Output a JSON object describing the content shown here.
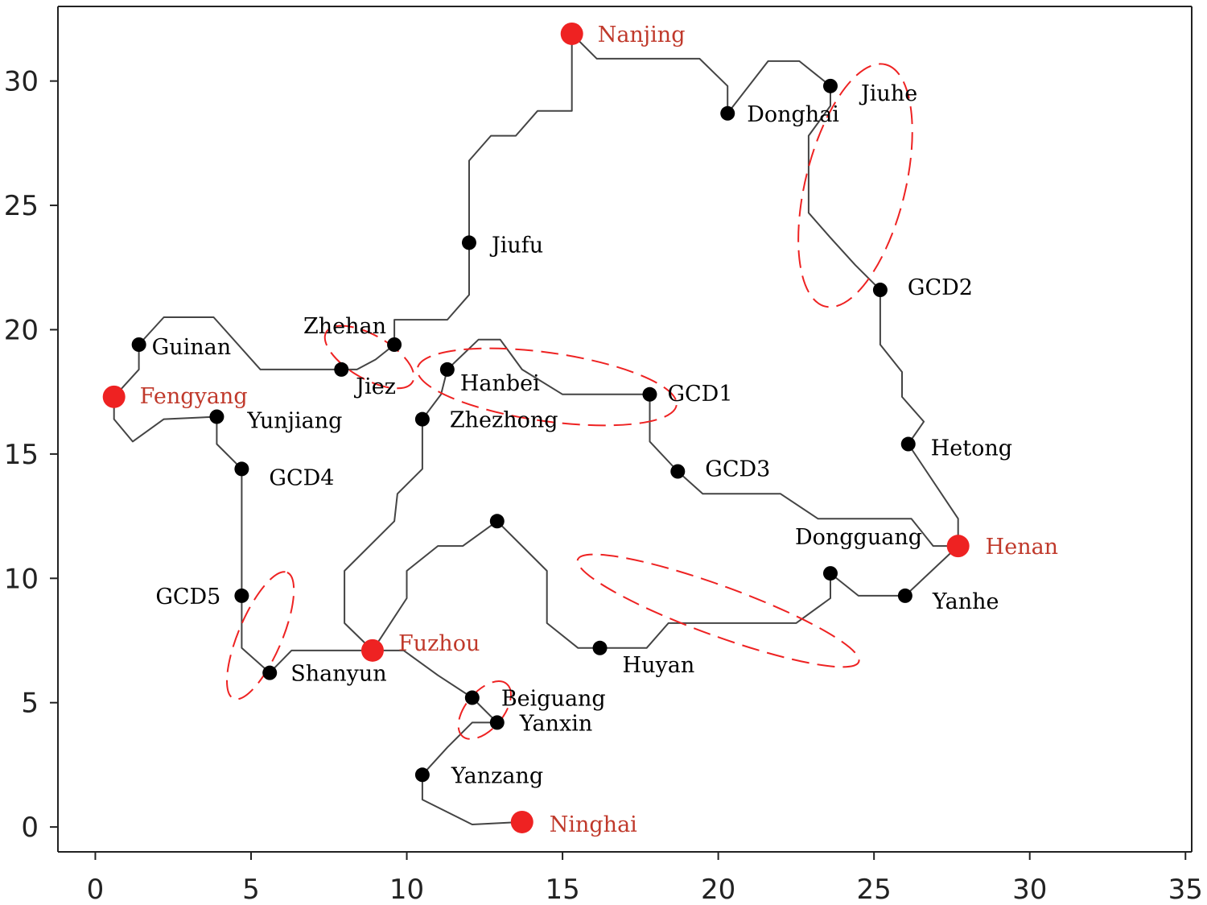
{
  "chart_data": {
    "type": "scatter",
    "title": "",
    "xlabel": "",
    "ylabel": "",
    "xlim": [
      -1.2,
      35.2
    ],
    "ylim": [
      -1.0,
      33.0
    ],
    "grid": false,
    "legend": "none",
    "x_ticks": [
      0,
      5,
      10,
      15,
      20,
      25,
      30,
      35
    ],
    "y_ticks": [
      0,
      5,
      10,
      15,
      20,
      25,
      30
    ],
    "colors": {
      "main_node": "#ee2222",
      "main_label": "#c0392b",
      "sub_node": "#000000",
      "sub_label": "#000000",
      "route": "#444444",
      "cluster": "#ee2222",
      "axis": "#222222"
    },
    "main_nodes": [
      {
        "name": "Nanjing",
        "x": 15.3,
        "y": 31.9
      },
      {
        "name": "Fengyang",
        "x": 0.6,
        "y": 17.3
      },
      {
        "name": "Henan",
        "x": 27.7,
        "y": 11.3
      },
      {
        "name": "Fuzhou",
        "x": 8.9,
        "y": 7.1
      },
      {
        "name": "Ninghai",
        "x": 13.7,
        "y": 0.2
      }
    ],
    "sub_nodes": [
      {
        "name": "Jiuhe",
        "x": 23.6,
        "y": 29.8
      },
      {
        "name": "Donghai",
        "x": 20.3,
        "y": 28.7
      },
      {
        "name": "Jiufu",
        "x": 12.0,
        "y": 23.5
      },
      {
        "name": "GCD2",
        "x": 25.2,
        "y": 21.6
      },
      {
        "name": "Guinan",
        "x": 1.4,
        "y": 19.4
      },
      {
        "name": "Zhehan",
        "x": 9.6,
        "y": 19.4
      },
      {
        "name": "Jiez",
        "x": 7.9,
        "y": 18.4
      },
      {
        "name": "Hanbei",
        "x": 11.3,
        "y": 18.4
      },
      {
        "name": "GCD1",
        "x": 17.8,
        "y": 17.4
      },
      {
        "name": "Yunjiang",
        "x": 3.9,
        "y": 16.5
      },
      {
        "name": "Zhezhong",
        "x": 10.5,
        "y": 16.4
      },
      {
        "name": "Hetong",
        "x": 26.1,
        "y": 15.4
      },
      {
        "name": "GCD4",
        "x": 4.7,
        "y": 14.4
      },
      {
        "name": "GCD3",
        "x": 18.7,
        "y": 14.3
      },
      {
        "name": "",
        "x": 12.9,
        "y": 12.3
      },
      {
        "name": "Dongguang",
        "x": 23.6,
        "y": 10.2
      },
      {
        "name": "Yanhe",
        "x": 26.0,
        "y": 9.3
      },
      {
        "name": "GCD5",
        "x": 4.7,
        "y": 9.3
      },
      {
        "name": "Huyan",
        "x": 16.2,
        "y": 7.2
      },
      {
        "name": "Shanyun",
        "x": 5.6,
        "y": 6.2
      },
      {
        "name": "Beiguang",
        "x": 12.1,
        "y": 5.2
      },
      {
        "name": "Yanxin",
        "x": 12.9,
        "y": 4.2
      },
      {
        "name": "Yanzang",
        "x": 10.5,
        "y": 2.1
      }
    ],
    "routes": [
      [
        [
          15.3,
          31.9
        ],
        [
          15.3,
          28.8
        ],
        [
          14.2,
          28.8
        ],
        [
          13.5,
          27.8
        ],
        [
          12.7,
          27.8
        ],
        [
          12.0,
          26.8
        ],
        [
          12.0,
          23.5
        ],
        [
          12.0,
          21.4
        ],
        [
          11.3,
          20.4
        ],
        [
          9.6,
          20.4
        ],
        [
          9.6,
          19.4
        ],
        [
          9.0,
          18.8
        ],
        [
          8.4,
          18.4
        ],
        [
          7.9,
          18.4
        ],
        [
          5.3,
          18.4
        ],
        [
          3.8,
          20.5
        ],
        [
          2.2,
          20.5
        ],
        [
          1.4,
          19.4
        ],
        [
          1.4,
          18.4
        ],
        [
          0.6,
          17.3
        ],
        [
          0.6,
          16.4
        ],
        [
          1.2,
          15.5
        ],
        [
          2.2,
          16.4
        ],
        [
          3.9,
          16.5
        ],
        [
          3.9,
          15.4
        ],
        [
          4.7,
          14.4
        ],
        [
          4.7,
          9.3
        ],
        [
          4.7,
          7.2
        ],
        [
          5.6,
          6.2
        ],
        [
          6.3,
          7.1
        ],
        [
          8.9,
          7.1
        ],
        [
          9.9,
          7.1
        ],
        [
          11.0,
          6.1
        ],
        [
          12.1,
          5.2
        ],
        [
          12.9,
          4.2
        ],
        [
          12.1,
          4.2
        ],
        [
          11.3,
          3.2
        ],
        [
          10.5,
          2.1
        ],
        [
          10.5,
          1.1
        ],
        [
          12.1,
          0.1
        ],
        [
          13.7,
          0.2
        ]
      ],
      [
        [
          15.3,
          31.9
        ],
        [
          16.1,
          30.9
        ],
        [
          19.4,
          30.9
        ],
        [
          20.3,
          29.8
        ],
        [
          20.3,
          28.7
        ],
        [
          21.6,
          30.8
        ],
        [
          22.6,
          30.8
        ],
        [
          23.6,
          29.8
        ],
        [
          23.6,
          29.0
        ],
        [
          22.9,
          27.8
        ],
        [
          22.9,
          24.7
        ],
        [
          23.6,
          23.7
        ],
        [
          24.4,
          22.6
        ],
        [
          25.2,
          21.6
        ],
        [
          25.2,
          19.4
        ],
        [
          25.9,
          18.3
        ],
        [
          25.9,
          17.3
        ],
        [
          26.6,
          16.3
        ],
        [
          26.1,
          15.4
        ],
        [
          27.7,
          12.4
        ],
        [
          27.7,
          11.3
        ]
      ],
      [
        [
          27.7,
          11.3
        ],
        [
          26.9,
          11.3
        ],
        [
          26.2,
          12.4
        ],
        [
          23.2,
          12.4
        ],
        [
          22.0,
          13.4
        ],
        [
          19.5,
          13.4
        ],
        [
          18.7,
          14.3
        ],
        [
          17.8,
          15.5
        ],
        [
          17.8,
          17.4
        ],
        [
          15.0,
          17.4
        ],
        [
          13.7,
          18.4
        ],
        [
          13.0,
          19.6
        ],
        [
          12.3,
          19.6
        ],
        [
          11.3,
          18.4
        ],
        [
          11.1,
          17.4
        ],
        [
          10.5,
          16.4
        ],
        [
          10.5,
          14.4
        ],
        [
          9.7,
          13.4
        ],
        [
          9.6,
          12.3
        ],
        [
          8.0,
          10.3
        ],
        [
          8.0,
          8.2
        ],
        [
          8.9,
          7.1
        ]
      ],
      [
        [
          8.9,
          7.1
        ],
        [
          10.0,
          9.2
        ],
        [
          10.0,
          10.3
        ],
        [
          11.0,
          11.3
        ],
        [
          11.8,
          11.3
        ],
        [
          12.9,
          12.3
        ],
        [
          14.5,
          10.3
        ],
        [
          14.5,
          8.2
        ],
        [
          15.5,
          7.2
        ],
        [
          16.2,
          7.2
        ],
        [
          17.7,
          7.2
        ],
        [
          18.4,
          8.2
        ],
        [
          22.5,
          8.2
        ],
        [
          23.6,
          9.2
        ],
        [
          23.6,
          10.2
        ],
        [
          24.5,
          9.3
        ],
        [
          26.0,
          9.3
        ],
        [
          27.7,
          11.3
        ]
      ]
    ],
    "clusters": [
      {
        "cx": 24.4,
        "cy": 25.8,
        "rx": 4.0,
        "ry": 1.6,
        "angle": 76
      },
      {
        "cx": 8.8,
        "cy": 18.9,
        "rx": 1.6,
        "ry": 0.7,
        "angle": -30
      },
      {
        "cx": 14.5,
        "cy": 17.7,
        "rx": 4.2,
        "ry": 1.1,
        "angle": -8
      },
      {
        "cx": 20.0,
        "cy": 8.7,
        "rx": 4.8,
        "ry": 0.8,
        "angle": -20
      },
      {
        "cx": 5.3,
        "cy": 7.7,
        "rx": 2.2,
        "ry": 0.7,
        "angle": 67
      },
      {
        "cx": 12.5,
        "cy": 4.7,
        "rx": 1.1,
        "ry": 0.6,
        "angle": 50
      }
    ]
  }
}
